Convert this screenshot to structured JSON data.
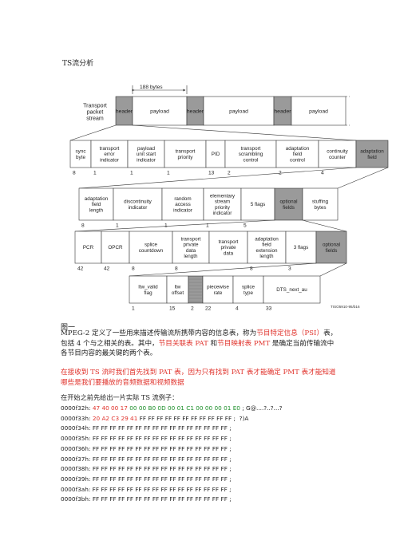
{
  "title": "TS流分析",
  "figure": {
    "bytes_label": "188 bytes",
    "stream_label": [
      "Transport",
      "packet",
      "stream"
    ],
    "stream_cells": [
      "header",
      "payload",
      "header",
      "payload",
      "header",
      "payload"
    ],
    "row1": {
      "cells": [
        [
          "sync",
          "byte"
        ],
        [
          "transport",
          "error",
          "indicator"
        ],
        [
          "payload",
          "unit start",
          "indicator"
        ],
        [
          "transport",
          "priority"
        ],
        [
          "PID"
        ],
        [
          "transport",
          "scrambling",
          "control"
        ],
        [
          "adaptation",
          "field",
          "control"
        ],
        [
          "continuity",
          "counter"
        ],
        [
          "adaptation",
          "field"
        ]
      ],
      "sizes": [
        "8",
        "1",
        "1",
        "1",
        "13",
        "2",
        "2",
        "4"
      ]
    },
    "row2": {
      "cells": [
        [
          "adaptation",
          "field",
          "length"
        ],
        [
          "discontinuity",
          "indicator"
        ],
        [
          "random",
          "access",
          "indicator"
        ],
        [
          "elementary",
          "stream",
          "priority",
          "indicator"
        ],
        [
          "5 flags"
        ],
        [
          "optional",
          "fields"
        ],
        [
          "stuffing",
          "bytes"
        ]
      ],
      "sizes": [
        "8",
        "1",
        "1",
        "1",
        "5"
      ]
    },
    "row3": {
      "cells": [
        [
          "PCR"
        ],
        [
          "OPCR"
        ],
        [
          "splice",
          "countdown"
        ],
        [
          "transport",
          "private",
          "data",
          "length"
        ],
        [
          "transport",
          "private",
          "data"
        ],
        [
          "adaptation",
          "field",
          "extension",
          "length"
        ],
        [
          "3 flags"
        ],
        [
          "optional",
          "fields"
        ]
      ],
      "sizes": [
        "42",
        "42",
        "8",
        "8",
        "",
        "8",
        "3"
      ]
    },
    "row4": {
      "cells": [
        [
          "ltw_valid",
          "flag"
        ],
        [
          "ltw",
          "offset"
        ],
        [
          ""
        ],
        [
          "piecewise",
          "rate"
        ],
        [
          "splice",
          "type"
        ],
        [
          "DTS_next_au"
        ]
      ],
      "sizes": [
        "1",
        "15",
        "2",
        "22",
        "4",
        "33"
      ]
    },
    "code": "TISO5910-95/b16"
  },
  "caption": "图一",
  "paragraph1": {
    "a": "MPEG-2 定义了一些用来描述传输流所携带内容的信息表，称为",
    "b": "节目特定信息（PSI）",
    "c": "表，包括 4 个与之相关的表。其中，",
    "d": "节目关联表 PAT",
    "e": " 和",
    "f": "节目映射表 PMT",
    "g": " 是确定当前传输流中各节目内容的最关键的两个表。"
  },
  "paragraph2": "在接收到 TS 流时我们首先找到 PAT 表，因为只有找到 PAT 表才能确定 PMT 表才能知道哪些是我们要播放的音频数据和视频数据",
  "intro": "在开始之前先给出一片实际 TS 流例子：",
  "hex_lines": [
    {
      "addr": "0000f32h:",
      "red": " 47 40 00 17",
      "green": " 00 00 B0 0D 00 01 C1 00 00 00 01 E0",
      "rest": " ; G@....?..?...?"
    },
    {
      "addr": "0000f33h:",
      "red": " 20 A2 C3 29 41",
      "green": "",
      "rest": " FF FF FF FF FF FF FF FF FF FF FF ;  ?)A"
    },
    {
      "addr": "0000f34h:",
      "red": "",
      "green": "",
      "rest": " FF FF FF FF FF FF FF FF FF FF FF FF FF FF FF FF ;"
    },
    {
      "addr": "0000f35h:",
      "red": "",
      "green": "",
      "rest": " FF FF FF FF FF FF FF FF FF FF FF FF FF FF FF FF ;"
    },
    {
      "addr": "0000f36h:",
      "red": "",
      "green": "",
      "rest": " FF FF FF FF FF FF FF FF FF FF FF FF FF FF FF FF ;"
    },
    {
      "addr": "0000f37h:",
      "red": "",
      "green": "",
      "rest": " FF FF FF FF FF FF FF FF FF FF FF FF FF FF FF FF ;"
    },
    {
      "addr": "0000f38h:",
      "red": "",
      "green": "",
      "rest": " FF FF FF FF FF FF FF FF FF FF FF FF FF FF FF FF ;"
    },
    {
      "addr": "0000f39h:",
      "red": "",
      "green": "",
      "rest": " FF FF FF FF FF FF FF FF FF FF FF FF FF FF FF FF ;"
    },
    {
      "addr": "0000f3ah:",
      "red": "",
      "green": "",
      "rest": " FF FF FF FF FF FF FF FF FF FF FF FF FF FF FF FF ;"
    },
    {
      "addr": "0000f3bh:",
      "red": "",
      "green": "",
      "rest": " FF FF FF FF FF FF FF FF FF FF FF FF FF FF FF FF ;"
    }
  ],
  "colors": {
    "highlight": "#e0322b",
    "hex_green": "#1d8f2a",
    "shaded_cell": "#9a9a9a"
  }
}
